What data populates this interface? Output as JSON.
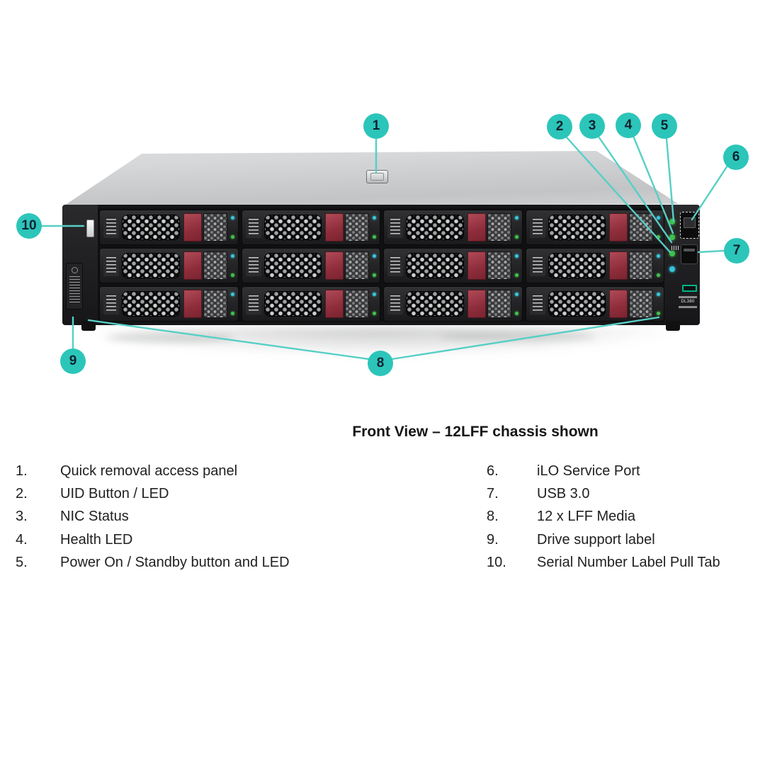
{
  "title": "Front View – 12LFF chassis shown",
  "callouts": [
    {
      "num": "1"
    },
    {
      "num": "2"
    },
    {
      "num": "3"
    },
    {
      "num": "4"
    },
    {
      "num": "5"
    },
    {
      "num": "6"
    },
    {
      "num": "7"
    },
    {
      "num": "8"
    },
    {
      "num": "9"
    },
    {
      "num": "10"
    }
  ],
  "legend": {
    "left": [
      {
        "num": "1.",
        "label": "Quick removal access panel"
      },
      {
        "num": "2.",
        "label": "UID Button / LED"
      },
      {
        "num": "3.",
        "label": "NIC Status"
      },
      {
        "num": "4.",
        "label": "Health LED"
      },
      {
        "num": "5.",
        "label": "Power On / Standby button and LED"
      }
    ],
    "right": [
      {
        "num": "6.",
        "label": "iLO Service Port"
      },
      {
        "num": "7.",
        "label": "USB 3.0"
      },
      {
        "num": "8.",
        "label": "12 x LFF Media"
      },
      {
        "num": "9.",
        "label": "Drive support label"
      },
      {
        "num": "10.",
        "label": "Serial Number Label Pull Tab"
      }
    ]
  },
  "server": {
    "badge": "DL380"
  },
  "colors": {
    "accent": "#2cc5ba",
    "leader_line": "#56cfc5",
    "latch_red": "#8e2d3a",
    "led_green": "#3fbf4d",
    "led_blue": "#36c2dc",
    "hpe_green": "#00b388"
  }
}
